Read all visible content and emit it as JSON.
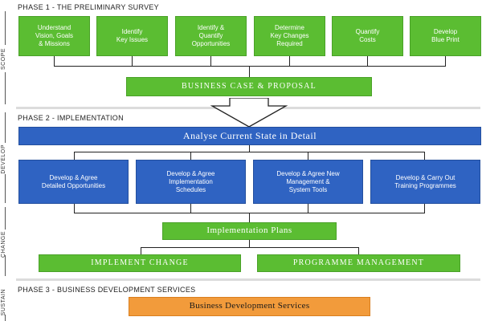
{
  "phases": {
    "phase1": "PHASE 1 - THE PRELIMINARY SURVEY",
    "phase2": "PHASE 2 - IMPLEMENTATION",
    "phase3": "PHASE 3 - BUSINESS DEVELOPMENT SERVICES"
  },
  "side_labels": {
    "scope": "SCOPE",
    "develop": "DEVELOP",
    "change": "CHANGE",
    "sustain": "SUSTAIN"
  },
  "survey_steps": [
    "Understand\nVision, Goals\n& Missions",
    "Identify\nKey Issues",
    "Identify &\nQuantify\nOpportunities",
    "Determine\nKey Changes\nRequired",
    "Quantify\nCosts",
    "Develop\nBlue Print"
  ],
  "business_case": "BUSINESS CASE & PROPOSAL",
  "analyse": "Analyse Current State in Detail",
  "develop_steps": [
    "Develop & Agree\nDetailed Opportunities",
    "Develop & Agree\nImplementation\nSchedules",
    "Develop & Agree New\nManagement &\nSystem Tools",
    "Develop & Carry Out\nTraining Programmes"
  ],
  "implementation_plans": "Implementation Plans",
  "implement_change": "IMPLEMENT CHANGE",
  "programme_management": "PROGRAMME MANAGEMENT",
  "bds": "Business Development Services",
  "colors": {
    "green": "#5bbd32",
    "blue": "#2f63c2",
    "orange": "#f29b3b"
  }
}
